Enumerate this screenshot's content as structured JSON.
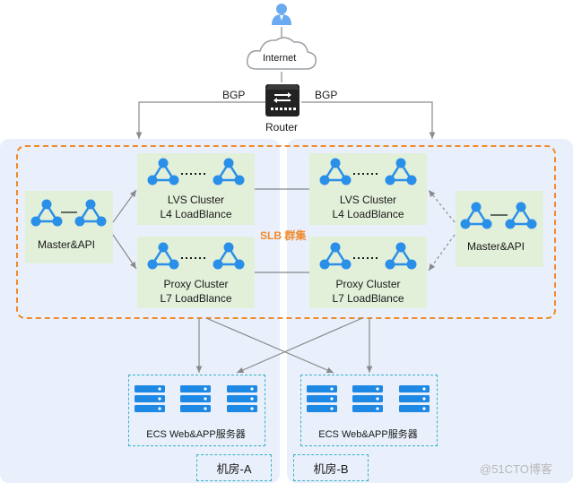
{
  "top": {
    "internet_label": "Internet",
    "router_label": "Router",
    "bgp_left": "BGP",
    "bgp_right": "BGP"
  },
  "slb": {
    "label": "SLB 群集"
  },
  "left": {
    "master_label": "Master&API",
    "lvs_title": "LVS Cluster",
    "lvs_sub": "L4 LoadBlance",
    "proxy_title": "Proxy Cluster",
    "proxy_sub": "L7 LoadBlance",
    "ecs_label": "ECS Web&APP服务器",
    "room_label": "机房-A"
  },
  "right": {
    "master_label": "Master&API",
    "lvs_title": "LVS Cluster",
    "lvs_sub": "L4 LoadBlance",
    "proxy_title": "Proxy Cluster",
    "proxy_sub": "L7 LoadBlance",
    "ecs_label": "ECS Web&APP服务器",
    "room_label": "机房-B"
  },
  "watermark": "@51CTO博客",
  "colors": {
    "node_blue": "#2a8fe8",
    "cluster_green": "#e2efd9",
    "room_bg": "#e9f0fb",
    "slb_orange": "#f08a2c",
    "ecs_border": "#36b1c8",
    "server_blue": "#1e88e5"
  }
}
